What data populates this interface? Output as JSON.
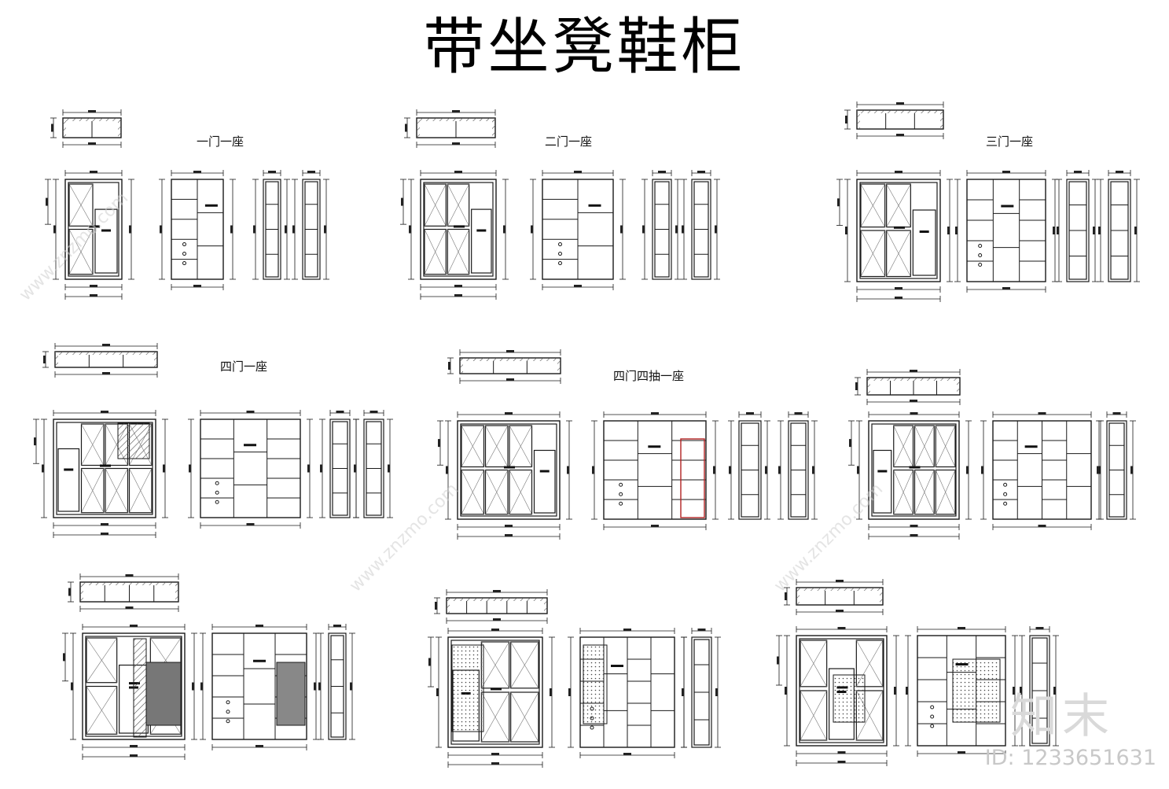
{
  "title": "带坐凳鞋柜",
  "variants": [
    {
      "id": "v1",
      "label": "一门一座"
    },
    {
      "id": "v2",
      "label": "二门一座"
    },
    {
      "id": "v3",
      "label": "三门一座"
    },
    {
      "id": "v4",
      "label": "四门一座"
    },
    {
      "id": "v5",
      "label": "四门四抽一座"
    }
  ],
  "watermark": {
    "site_text": "www.znzmo.com",
    "brand_text": "知末",
    "id_text": "ID: 1233651631"
  },
  "colors": {
    "line": "#1a1a1a",
    "dim": "#222222",
    "hatch": "#555555",
    "accent_red": "#b22222"
  }
}
